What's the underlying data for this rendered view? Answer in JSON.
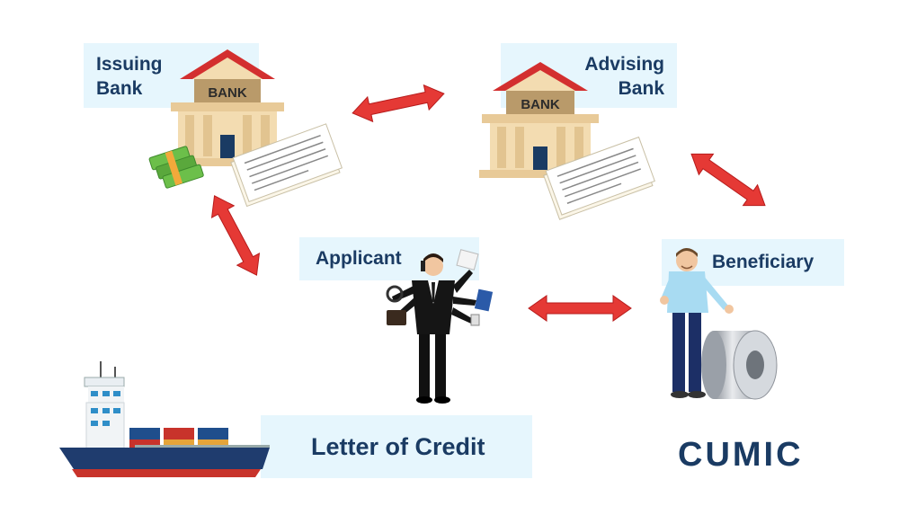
{
  "labels": {
    "issuing_bank": [
      "Issuing",
      "Bank"
    ],
    "advising_bank": [
      "Advising",
      "Bank"
    ],
    "applicant": "Applicant",
    "beneficiary": "Beneficiary",
    "title": "Letter of Credit"
  },
  "bank_sign": "BANK",
  "logo_text": "CUMIC",
  "colors": {
    "arrow": "#e53935",
    "label_bg": "#e6f6fd",
    "label_text": "#1a3b63",
    "roof": "#d32f2f",
    "building": "#f3dcb1",
    "logo": "#1a3b63"
  }
}
